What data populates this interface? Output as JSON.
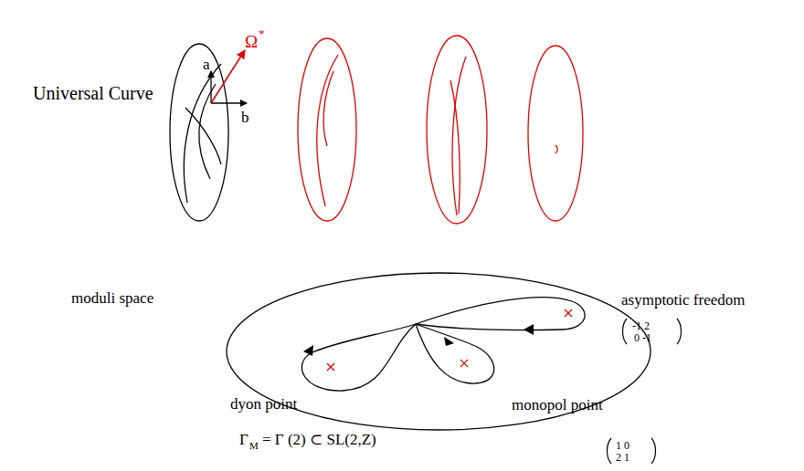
{
  "diagram": {
    "labels": [
      "Universal Curve",
      "a",
      "b",
      "Ω",
      "*",
      "moduli space",
      "asymptotic freedom",
      "-1 2",
      "0 -1",
      "dyon point",
      "monopol point",
      "Γ",
      "M",
      "= Γ (2) ⊂ SL(2,Z)",
      "1 0",
      "2 1"
    ]
  }
}
